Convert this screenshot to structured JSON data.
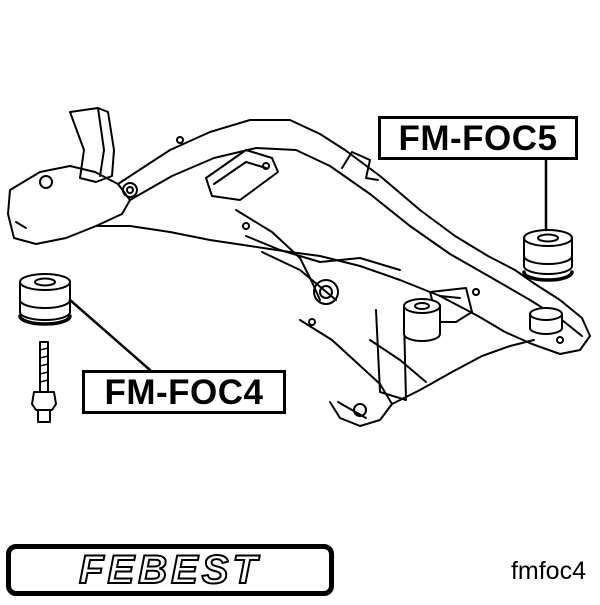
{
  "callouts": {
    "upper": "FM-FOC5",
    "lower": "FM-FOC4"
  },
  "brand": {
    "logo_text": "FEBEST"
  },
  "part_code": "fmfoc4",
  "colors": {
    "ink": "#000000",
    "paper": "#ffffff"
  }
}
